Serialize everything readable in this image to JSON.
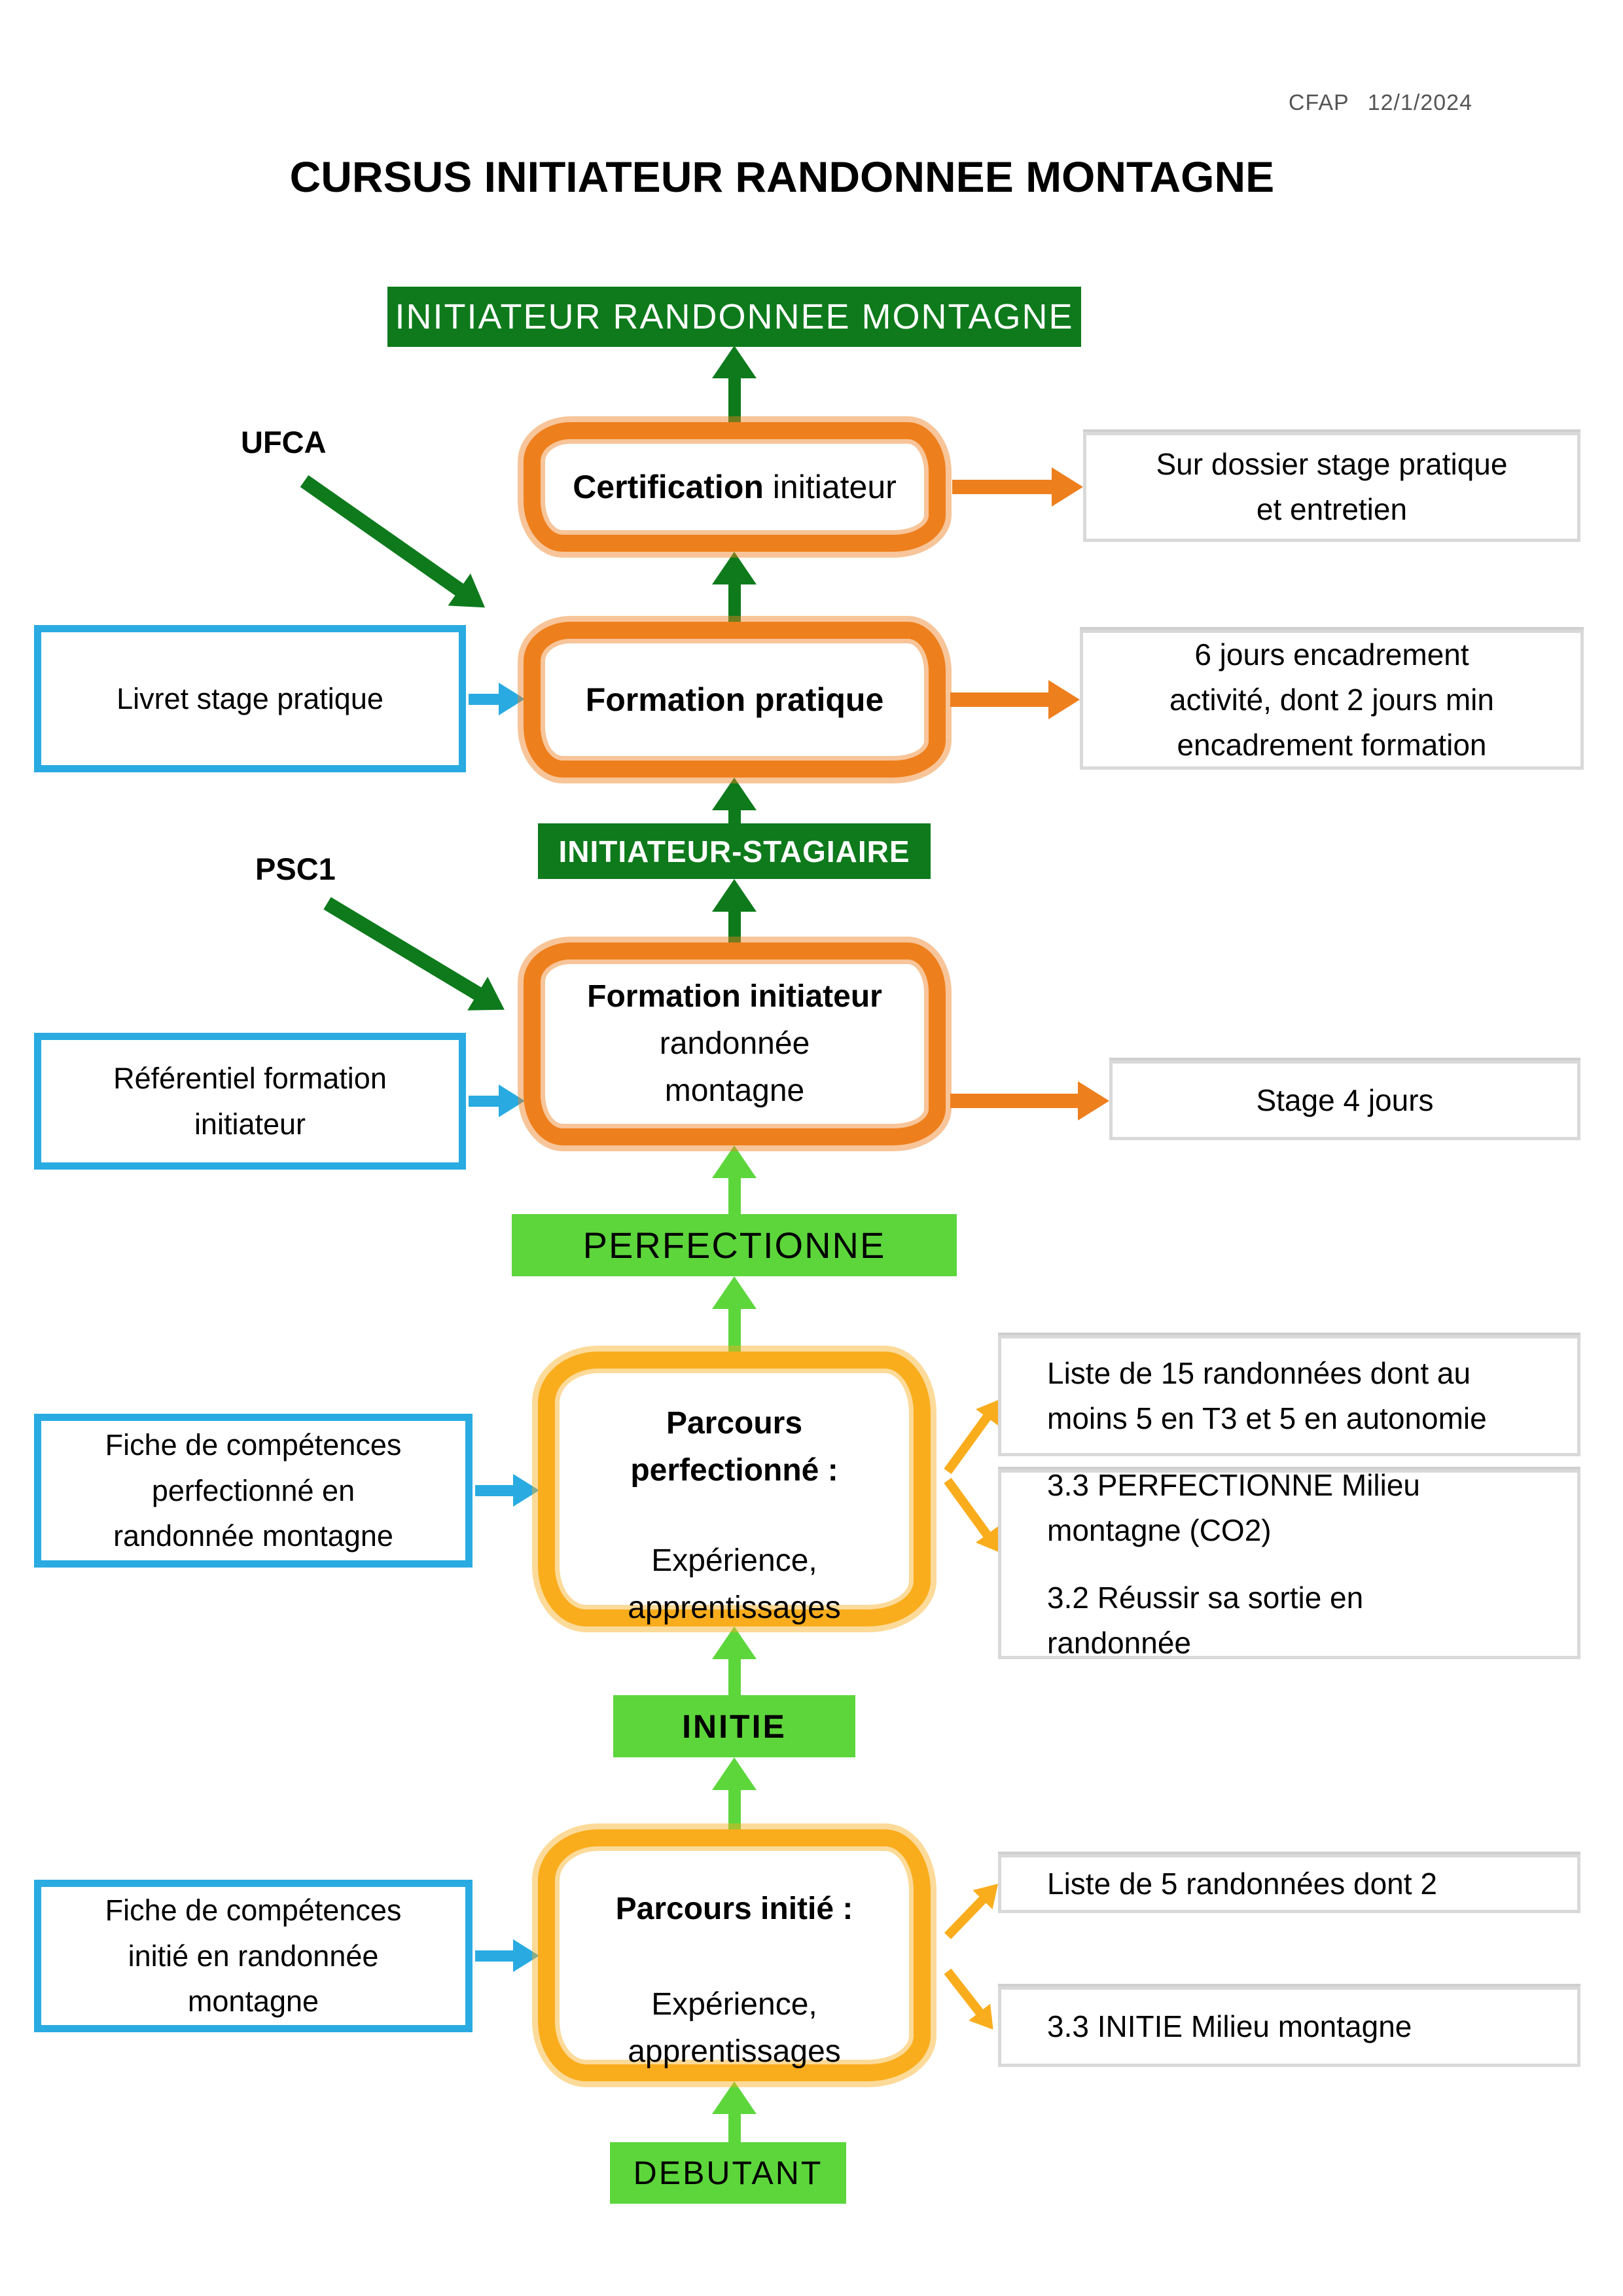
{
  "page": {
    "ref_org": "CFAP",
    "ref_date": "12/1/2024",
    "title": "CURSUS INITIATEUR RANDONNEE MONTAGNE"
  },
  "levels": {
    "final": "INITIATEUR RANDONNEE MONTAGNE",
    "stagiaire": "INITIATEUR-STAGIAIRE",
    "perfectionne": "PERFECTIONNE",
    "initie": "INITIE",
    "debutant": "DEBUTANT"
  },
  "annotations": {
    "ufca": "UFCA",
    "psc1": "PSC1"
  },
  "steps": {
    "certification": {
      "title_bold": "Certification",
      "title_rest": " initiateur",
      "outcome": "Sur dossier stage pratique\net entretien"
    },
    "formation_pratique": {
      "title_bold": "Formation pratique",
      "input": "Livret stage pratique",
      "outcome": "6 jours encadrement\nactivité, dont 2 jours min\nencadrement formation"
    },
    "formation_initiateur": {
      "title_bold": "Formation initiateur",
      "title_rest": "randonnée\nmontagne",
      "input": "Référentiel formation\ninitiateur",
      "outcome": "Stage 4 jours"
    },
    "parcours_perfectionne": {
      "title_bold": "Parcours\nperfectionné :",
      "body": "Expérience,\napprentissages",
      "input": "Fiche de compétences\nperfectionné en\nrandonnée montagne",
      "outcomes": [
        "Liste de 15 randonnées dont au\nmoins 5 en T3 et 5 en autonomie",
        "3.3 PERFECTIONNE Milieu\nmontagne (CO2)",
        "3.2 Réussir sa sortie en\nrandonnée"
      ]
    },
    "parcours_initie": {
      "title_bold": "Parcours initié :",
      "body": "Expérience,\napprentissages",
      "input": "Fiche de compétences\ninitié en randonnée\nmontagne",
      "outcomes": [
        "Liste de 5 randonnées dont 2",
        "3.3 INITIE Milieu montagne"
      ]
    }
  },
  "colors": {
    "dark_green": "#0e7a1c",
    "light_green": "#5dd63c",
    "orange": "#ee7f1d",
    "amber": "#f9ad1d",
    "blue": "#29abe2",
    "gray_border": "#d9d9d9"
  }
}
